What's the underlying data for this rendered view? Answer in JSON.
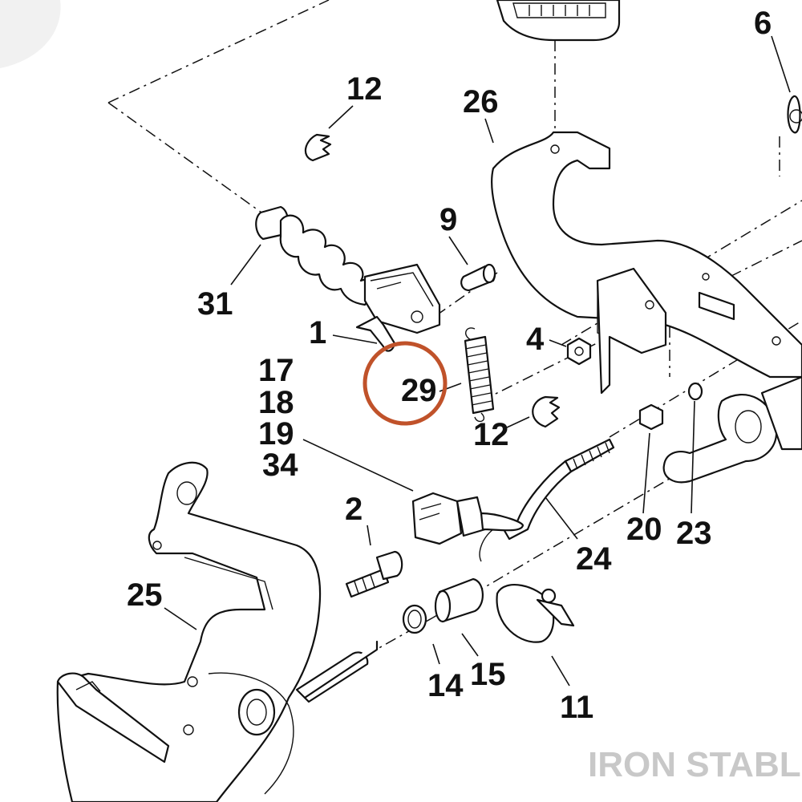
{
  "callouts": {
    "c1": "1",
    "c2": "2",
    "c4": "4",
    "c6": "6",
    "c9": "9",
    "c11": "11",
    "c12a": "12",
    "c12b": "12",
    "c14": "14",
    "c15": "15",
    "c17": "17",
    "c18": "18",
    "c19": "19",
    "c34": "34",
    "c20": "20",
    "c23": "23",
    "c24": "24",
    "c25": "25",
    "c26": "26",
    "c29": "29",
    "c31": "31"
  },
  "highlight": {
    "callout": "29",
    "color": "#c0522a"
  },
  "watermark": "IRON STABLE"
}
